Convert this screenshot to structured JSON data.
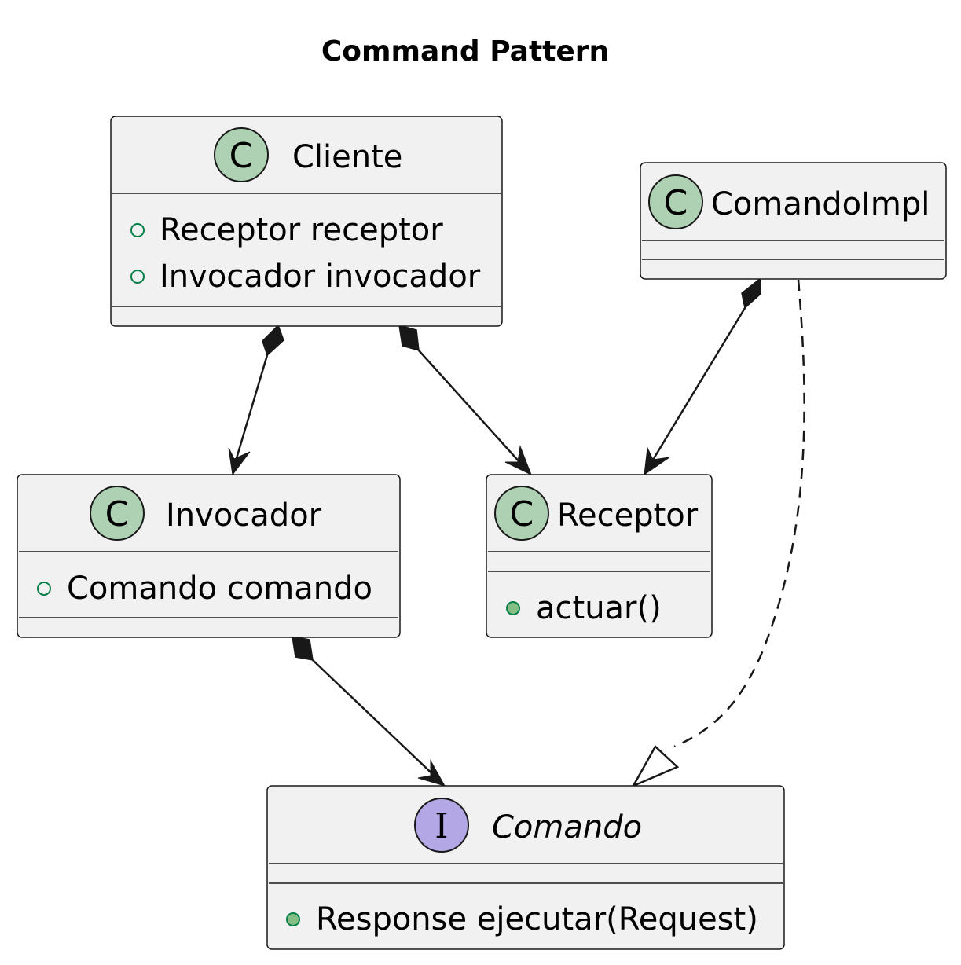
{
  "diagram": {
    "title": "Command Pattern",
    "colors": {
      "class_fill": "#f1f1f1",
      "class_icon": "#add1b2",
      "interface_icon": "#b4a7e5",
      "public_attr": "#038048",
      "public_method": "#84be84",
      "line": "#181818"
    },
    "classes": {
      "cliente": {
        "stereotype_letter": "C",
        "name": "Cliente",
        "fields": [
          {
            "visibility": "+",
            "text": "Receptor receptor"
          },
          {
            "visibility": "+",
            "text": "Invocador invocador"
          }
        ],
        "methods": []
      },
      "comandoimpl": {
        "stereotype_letter": "C",
        "name": "ComandoImpl",
        "fields": [],
        "methods": []
      },
      "invocador": {
        "stereotype_letter": "C",
        "name": "Invocador",
        "fields": [
          {
            "visibility": "+",
            "text": "Comando comando"
          }
        ],
        "methods": []
      },
      "receptor": {
        "stereotype_letter": "C",
        "name": "Receptor",
        "fields": [],
        "methods": [
          {
            "visibility": "+",
            "text": "actuar()"
          }
        ]
      },
      "comando": {
        "stereotype_letter": "I",
        "name": "Comando",
        "fields": [],
        "methods": [
          {
            "visibility": "+",
            "text": "Response ejecutar(Request)"
          }
        ]
      }
    },
    "relations": [
      {
        "from": "Cliente",
        "to": "Invocador",
        "type": "composition"
      },
      {
        "from": "Cliente",
        "to": "Receptor",
        "type": "composition"
      },
      {
        "from": "ComandoImpl",
        "to": "Receptor",
        "type": "composition"
      },
      {
        "from": "Invocador",
        "to": "Comando",
        "type": "composition"
      },
      {
        "from": "ComandoImpl",
        "to": "Comando",
        "type": "realization"
      }
    ]
  }
}
